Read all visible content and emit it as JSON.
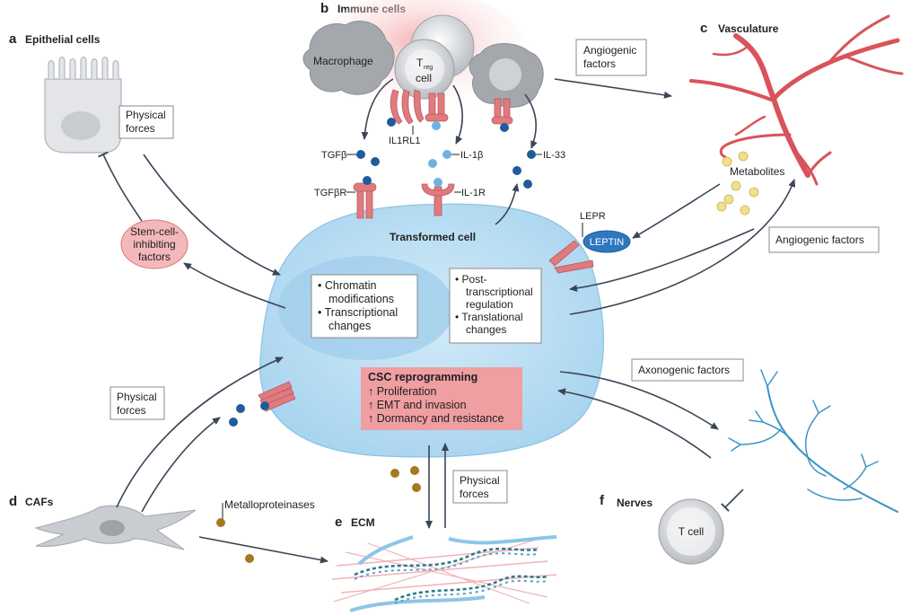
{
  "panels": {
    "a": {
      "letter": "a",
      "title": "Epithelial cells"
    },
    "b": {
      "letter": "b",
      "title": "Immune cells"
    },
    "c": {
      "letter": "c",
      "title": "Vasculature"
    },
    "d": {
      "letter": "d",
      "title": "CAFs"
    },
    "e": {
      "letter": "e",
      "title": "ECM"
    },
    "f": {
      "letter": "f",
      "title": "Nerves"
    }
  },
  "labels": {
    "physical_forces_top": [
      "Physical",
      "forces"
    ],
    "physical_forces_left": [
      "Physical",
      "forces"
    ],
    "physical_forces_bottom": [
      "Physical",
      "forces"
    ],
    "stem_cell_factors": [
      "Stem-cell-",
      "inhibiting",
      "factors"
    ],
    "macrophage": "Macrophage",
    "treg": {
      "main": "T",
      "sub": "reg",
      "second": "cell"
    },
    "il1rl1": "IL1RL1",
    "tgfb": "TGFβ",
    "il1b": "IL-1β",
    "il33": "IL-33",
    "tgfbr": "TGFβR",
    "il1r": "IL-1R",
    "transformed_cell": "Transformed cell",
    "angiogenic_top": [
      "Angiogenic",
      "factors"
    ],
    "angiogenic_right": "Angiogenic factors",
    "metabolites": "Metabolites",
    "lepr": "LEPR",
    "leptin": "LEPTIN",
    "chromatin_box": [
      {
        "bullet": true,
        "text": "Chromatin"
      },
      {
        "bullet": false,
        "text": "modifications"
      },
      {
        "bullet": true,
        "text": "Transcriptional"
      },
      {
        "bullet": false,
        "text": "changes"
      }
    ],
    "post_box": [
      {
        "bullet": true,
        "text": "Post-"
      },
      {
        "bullet": false,
        "text": "transcriptional"
      },
      {
        "bullet": false,
        "text": "regulation"
      },
      {
        "bullet": true,
        "text": "Translational"
      },
      {
        "bullet": false,
        "text": "changes"
      }
    ],
    "csc": {
      "title": "CSC reprogramming",
      "items": [
        "↑ Proliferation",
        "↑ EMT and invasion",
        "↑ Dormancy and resistance"
      ]
    },
    "axonogenic": "Axonogenic factors",
    "metalloproteinases": "Metalloproteinases",
    "t_cell": "T cell"
  },
  "colors": {
    "cell_fill": "#bfe0f3",
    "nucleus_fill": "#a9d3ee",
    "receptor": "#e07a7f",
    "dark_ligand": "#1f5d99",
    "light_ligand": "#6fb2de",
    "vessel": "#d9535b",
    "nerve": "#3d93c6",
    "metabolite": "#f1e08a",
    "mmp": "#a6781f",
    "csc_box": "#f0a0a3",
    "stem_factor_fill": "#f4b9bb",
    "grey_cell": "#9a9ea3"
  }
}
